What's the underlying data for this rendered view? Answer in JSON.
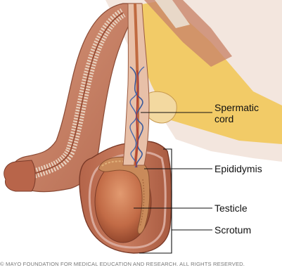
{
  "labels": {
    "spermatic_cord_line1": "Spermatic",
    "spermatic_cord_line2": "cord",
    "epididymis": "Epididymis",
    "testicle": "Testicle",
    "scrotum": "Scrotum"
  },
  "copyright": "© MAYO FOUNDATION FOR MEDICAL EDUCATION AND RESEARCH. ALL RIGHTS RESERVED.",
  "colors": {
    "skin": "#c9826a",
    "skin_dark": "#9c5840",
    "muscle": "#b85a40",
    "fat": "#f2c85a",
    "testicle": "#c26b46",
    "epididymis": "#c98a5a",
    "vein": "#3a5a9c",
    "artery": "#b03030",
    "leader_line": "#111111"
  }
}
